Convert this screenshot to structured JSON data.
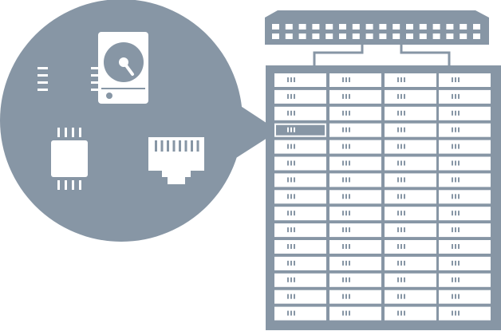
{
  "colors": {
    "primary": "#8796a5",
    "background": "#ffffff"
  },
  "callout": {
    "components": [
      {
        "name": "hard-drive-icon"
      },
      {
        "name": "cpu-chip-icon"
      },
      {
        "name": "network-port-icon"
      }
    ]
  },
  "network_switch": {
    "port_rows": 2,
    "ports_per_row": 16
  },
  "server_rack": {
    "columns": 4,
    "rows": 15,
    "highlighted_slot": {
      "row": 4,
      "column": 1
    }
  }
}
